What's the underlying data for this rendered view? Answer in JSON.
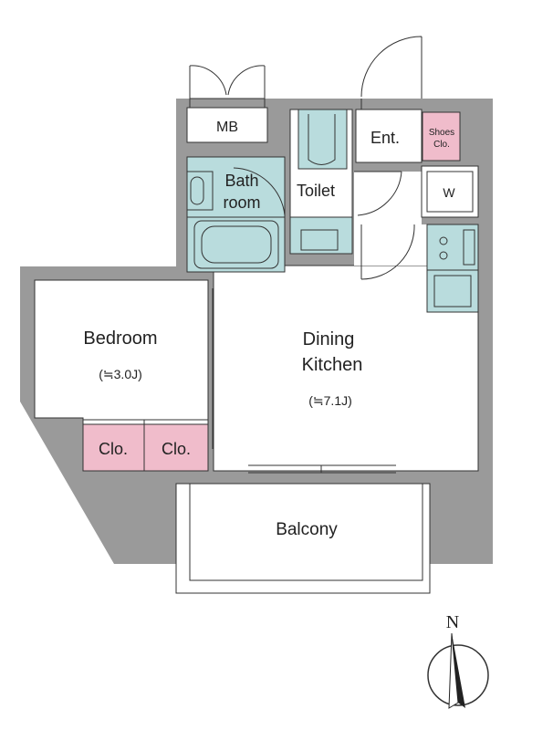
{
  "rooms": {
    "mb": "MB",
    "entrance": "Ent.",
    "shoes_closet_line1": "Shoes",
    "shoes_closet_line2": "Clo.",
    "bath_line1": "Bath",
    "bath_line2": "room",
    "toilet": "Toilet",
    "washer": "W",
    "bedroom": "Bedroom",
    "bedroom_size": "(≒3.0J)",
    "dining_line1": "Dining",
    "dining_line2": "Kitchen",
    "dining_size": "(≒7.1J)",
    "closet_left": "Clo.",
    "closet_right": "Clo.",
    "balcony": "Balcony"
  },
  "compass": {
    "north": "N"
  },
  "colors": {
    "wall": "#9a9a9a",
    "wet_area": "#b9dcdd",
    "closet": "#f0bccb",
    "floor": "#ffffff",
    "line": "#333333"
  }
}
